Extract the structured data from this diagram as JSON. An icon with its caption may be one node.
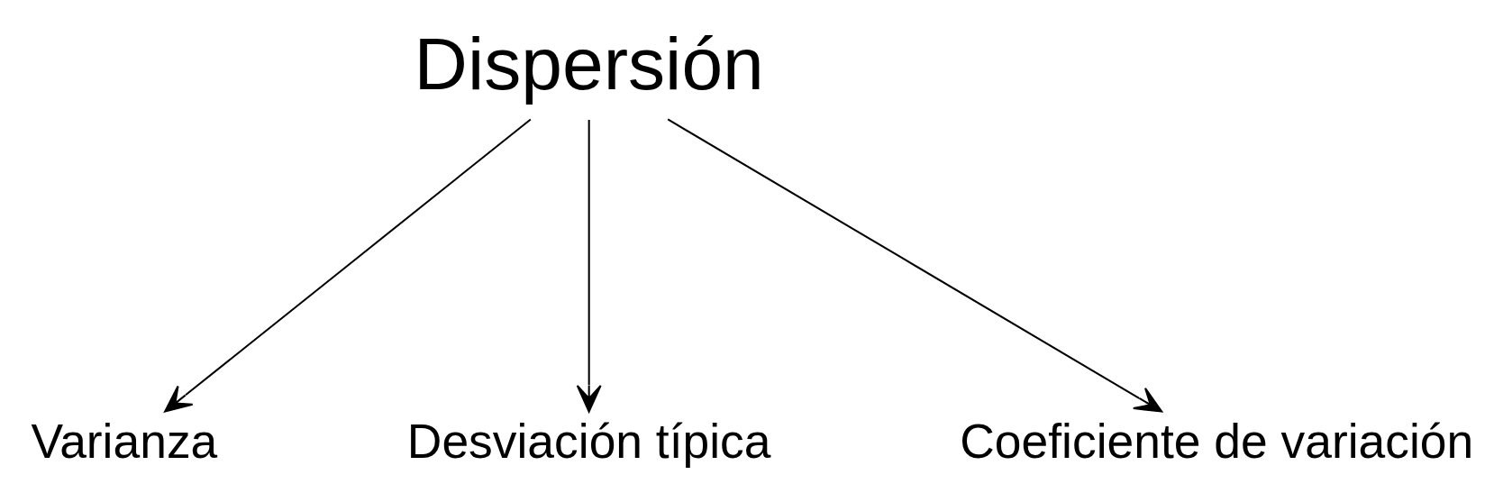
{
  "diagram": {
    "nodes": [
      {
        "text": [
          "Dispersión"
        ]
      },
      {
        "text": [
          "Varianza"
        ]
      },
      {
        "text": [
          "Desviación típica"
        ]
      },
      {
        "text": [
          "Coeficiente de variación"
        ]
      }
    ],
    "edges": [
      {
        "from": 0,
        "to": 1,
        "arrow": "to"
      },
      {
        "from": 0,
        "to": 2,
        "arrow": "to"
      },
      {
        "from": 0,
        "to": 3,
        "arrow": "to"
      }
    ]
  }
}
